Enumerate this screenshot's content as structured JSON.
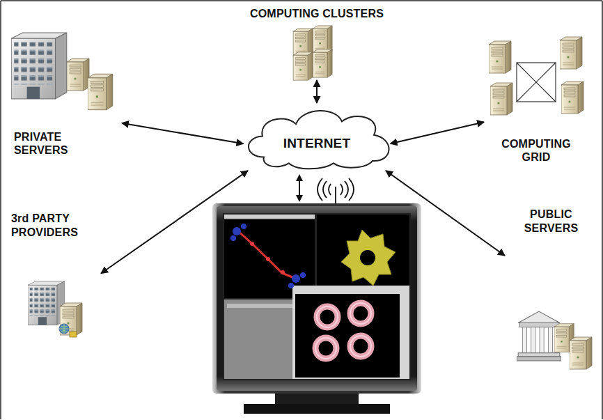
{
  "diagram": {
    "nodes": [
      {
        "text": [
          "COMPUTING CLUSTERS"
        ]
      },
      {
        "text": [
          "PRIVATE SERVERS"
        ]
      },
      {
        "text": [
          "INTERNET"
        ]
      },
      {
        "text": [
          "COMPUTING GRID"
        ]
      },
      {
        "text": [
          "3rd PARTY PROVIDERS"
        ]
      },
      {
        "text": [
          "PUBLIC SERVERS"
        ]
      }
    ],
    "edges": [
      {
        "from": 2,
        "to": 0,
        "arrow": "both"
      },
      {
        "from": 2,
        "to": 1,
        "arrow": "both"
      },
      {
        "from": 2,
        "to": 3,
        "arrow": "both"
      },
      {
        "from": 2,
        "to": 4,
        "arrow": "both"
      },
      {
        "from": 2,
        "to": 5,
        "arrow": "both"
      }
    ]
  }
}
